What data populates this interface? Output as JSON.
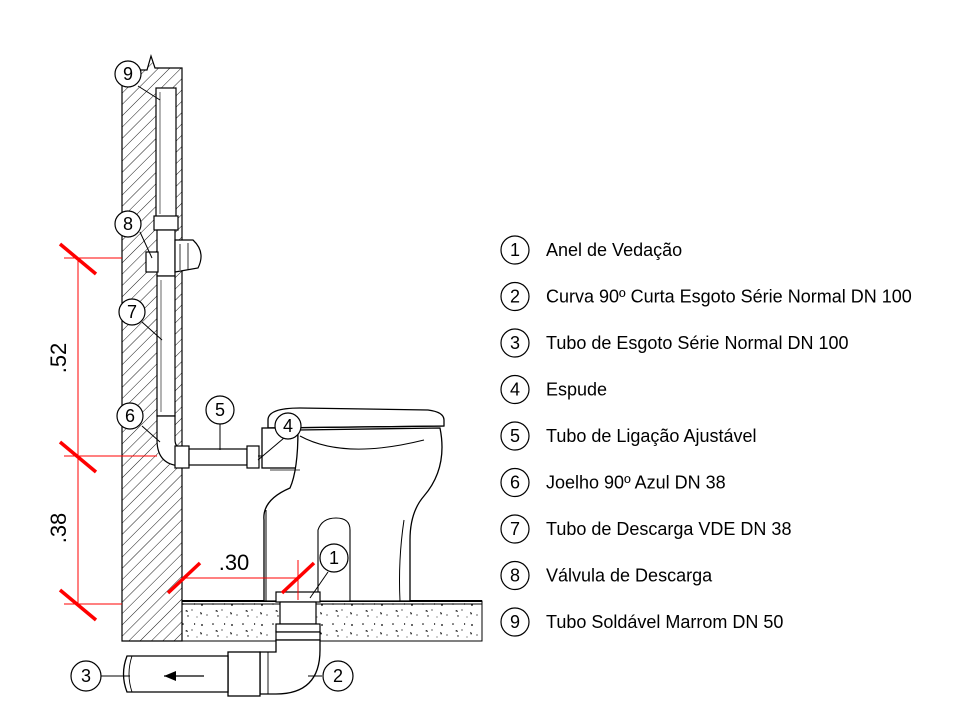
{
  "legend": [
    {
      "num": "1",
      "text": "Anel de Vedação"
    },
    {
      "num": "2",
      "text": "Curva 90º Curta Esgoto Série Normal DN 100"
    },
    {
      "num": "3",
      "text": "Tubo de Esgoto Série Normal DN 100"
    },
    {
      "num": "4",
      "text": "Espude"
    },
    {
      "num": "5",
      "text": "Tubo de Ligação Ajustável"
    },
    {
      "num": "6",
      "text": "Joelho 90º   Azul DN 38"
    },
    {
      "num": "7",
      "text": "Tubo de Descarga VDE DN 38"
    },
    {
      "num": "8",
      "text": "Válvula de Descarga"
    },
    {
      "num": "9",
      "text": "Tubo   Soldável Marrom DN 50"
    }
  ],
  "callouts": {
    "c1": "1",
    "c2": "2",
    "c3": "3",
    "c4": "4",
    "c5": "5",
    "c6": "6",
    "c7": "7",
    "c8": "8",
    "c9": "9"
  },
  "dimensions": {
    "upper": ".52",
    "lower": ".38",
    "horizontal": ".30"
  },
  "colors": {
    "line": "#000000",
    "dimension_tick": "#ff0000"
  }
}
